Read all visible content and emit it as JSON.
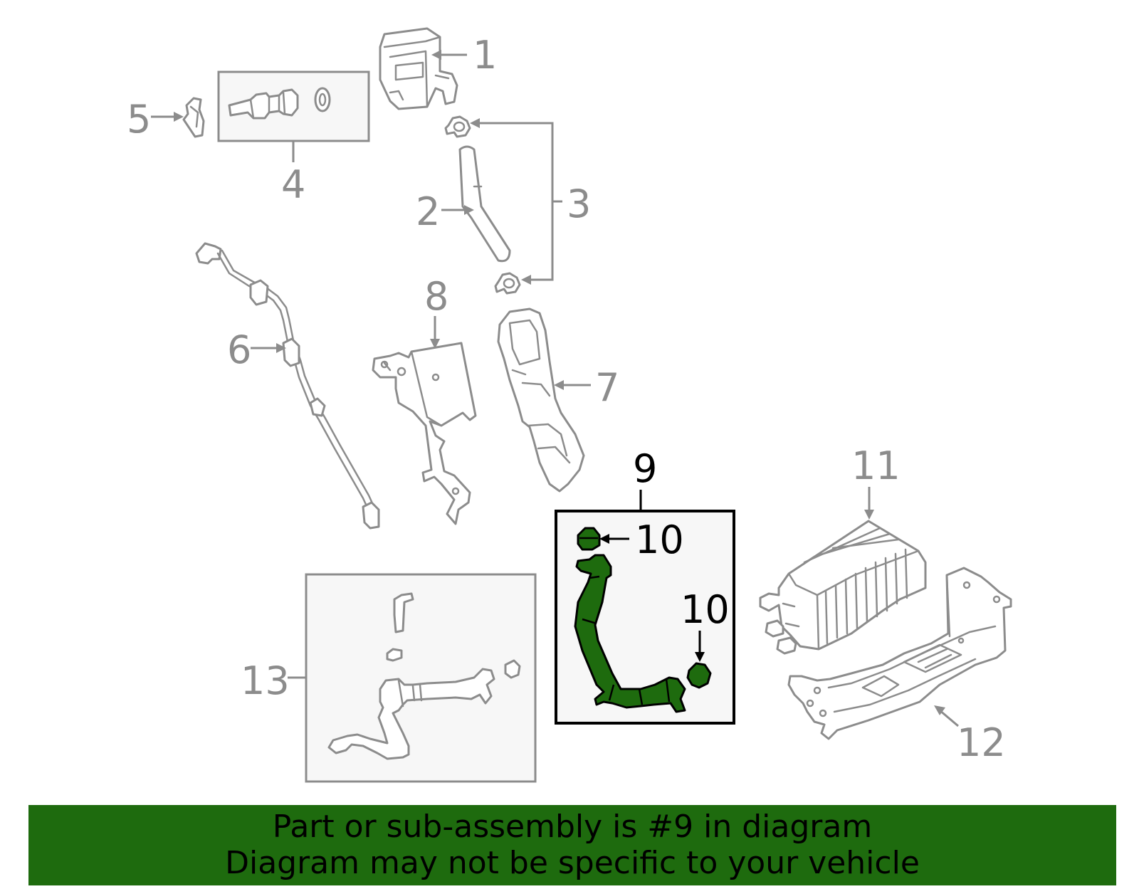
{
  "colors": {
    "highlight": "#1e6b0e",
    "parts_outline": "#8c8c8c",
    "active_outline": "#000000",
    "banner_background": "#1e6b0e"
  },
  "callouts": {
    "c1": "1",
    "c2": "2",
    "c3": "3",
    "c4": "4",
    "c5": "5",
    "c6": "6",
    "c7": "7",
    "c8": "8",
    "c9": "9",
    "c10a": "10",
    "c10b": "10",
    "c11": "11",
    "c12": "12",
    "c13": "13"
  },
  "highlighted_part": "9",
  "banner": {
    "line1": "Part or sub-assembly is #9 in diagram",
    "line2": "Diagram may not be specific to your vehicle"
  }
}
